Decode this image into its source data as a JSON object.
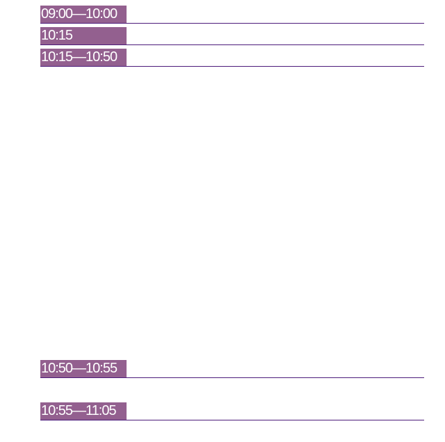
{
  "schedule": {
    "accent_color": "#93608f",
    "rule_color": "#4b1a7a",
    "slots": [
      {
        "time": "09:00—10:00"
      },
      {
        "time": "10:15"
      },
      {
        "time": "10:15—10:50"
      },
      {
        "time": "10:50—10:55"
      },
      {
        "time": "10:55—11:05"
      }
    ]
  }
}
